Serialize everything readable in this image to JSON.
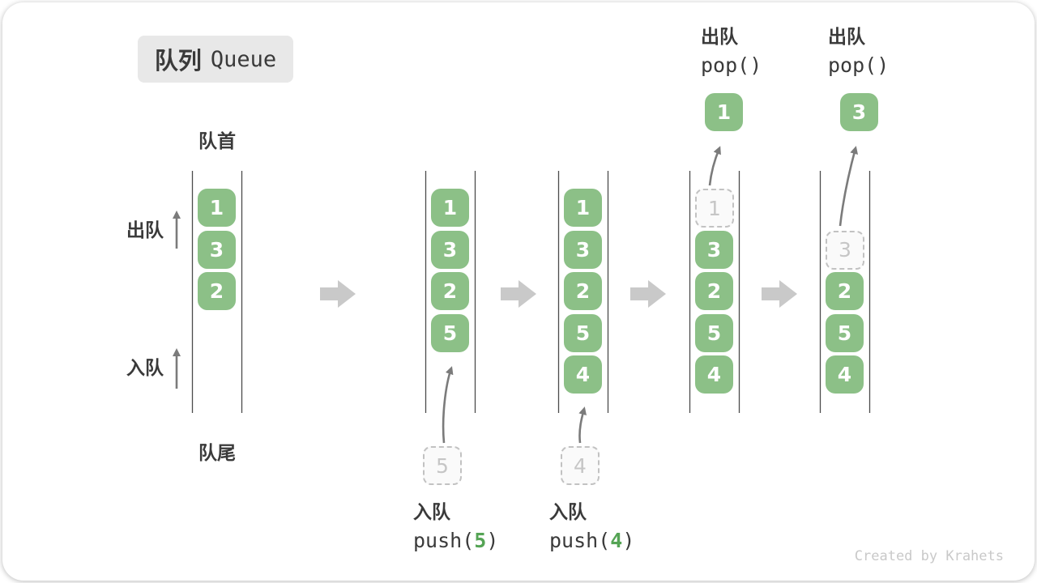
{
  "title": {
    "zh": "队列",
    "en": "Queue"
  },
  "side_labels": {
    "front": "队首",
    "rear": "队尾",
    "dequeue": "出队",
    "enqueue": "入队"
  },
  "queue_states": [
    {
      "name": "state-initial",
      "boxes": [
        {
          "slot": 0,
          "value": "1",
          "type": "solid"
        },
        {
          "slot": 1,
          "value": "3",
          "type": "solid"
        },
        {
          "slot": 2,
          "value": "2",
          "type": "solid"
        }
      ]
    },
    {
      "name": "state-after-push-5",
      "boxes": [
        {
          "slot": 0,
          "value": "1",
          "type": "solid"
        },
        {
          "slot": 1,
          "value": "3",
          "type": "solid"
        },
        {
          "slot": 2,
          "value": "2",
          "type": "solid"
        },
        {
          "slot": 3,
          "value": "5",
          "type": "solid"
        }
      ]
    },
    {
      "name": "state-after-push-4",
      "boxes": [
        {
          "slot": 0,
          "value": "1",
          "type": "solid"
        },
        {
          "slot": 1,
          "value": "3",
          "type": "solid"
        },
        {
          "slot": 2,
          "value": "2",
          "type": "solid"
        },
        {
          "slot": 3,
          "value": "5",
          "type": "solid"
        },
        {
          "slot": 4,
          "value": "4",
          "type": "solid"
        }
      ]
    },
    {
      "name": "state-after-pop-1",
      "boxes": [
        {
          "slot": 0,
          "value": "1",
          "type": "ghost"
        },
        {
          "slot": 1,
          "value": "3",
          "type": "solid"
        },
        {
          "slot": 2,
          "value": "2",
          "type": "solid"
        },
        {
          "slot": 3,
          "value": "5",
          "type": "solid"
        },
        {
          "slot": 4,
          "value": "4",
          "type": "solid"
        }
      ]
    },
    {
      "name": "state-after-pop-3",
      "boxes": [
        {
          "slot": 1,
          "value": "3",
          "type": "ghost"
        },
        {
          "slot": 2,
          "value": "2",
          "type": "solid"
        },
        {
          "slot": 3,
          "value": "5",
          "type": "solid"
        },
        {
          "slot": 4,
          "value": "4",
          "type": "solid"
        }
      ]
    }
  ],
  "floating_boxes": [
    {
      "id": "popped-1",
      "value": "1",
      "type": "solid"
    },
    {
      "id": "popped-3",
      "value": "3",
      "type": "solid"
    },
    {
      "id": "staged-5",
      "value": "5",
      "type": "ghost"
    },
    {
      "id": "staged-4",
      "value": "4",
      "type": "ghost"
    }
  ],
  "operations": {
    "pop_first": {
      "zh": "出队",
      "code": "pop()"
    },
    "pop_second": {
      "zh": "出队",
      "code": "pop()"
    },
    "push_5": {
      "zh": "入队",
      "pre": "push(",
      "arg": "5",
      "post": ")"
    },
    "push_4": {
      "zh": "入队",
      "pre": "push(",
      "arg": "4",
      "post": ")"
    }
  },
  "watermark": "Created by Krahets",
  "colors": {
    "box_green": "#8CC087",
    "arg_green": "#55A455",
    "ghost_border": "#C2C2C2",
    "queue_wall": "#4C4C4C",
    "curve_arrow": "#7B7B7B",
    "block_arrow": "#C9C9C9",
    "text_dark": "#3A3A3A",
    "badge_bg": "#E8E8E8",
    "watermark_gray": "#C9C9C9"
  }
}
